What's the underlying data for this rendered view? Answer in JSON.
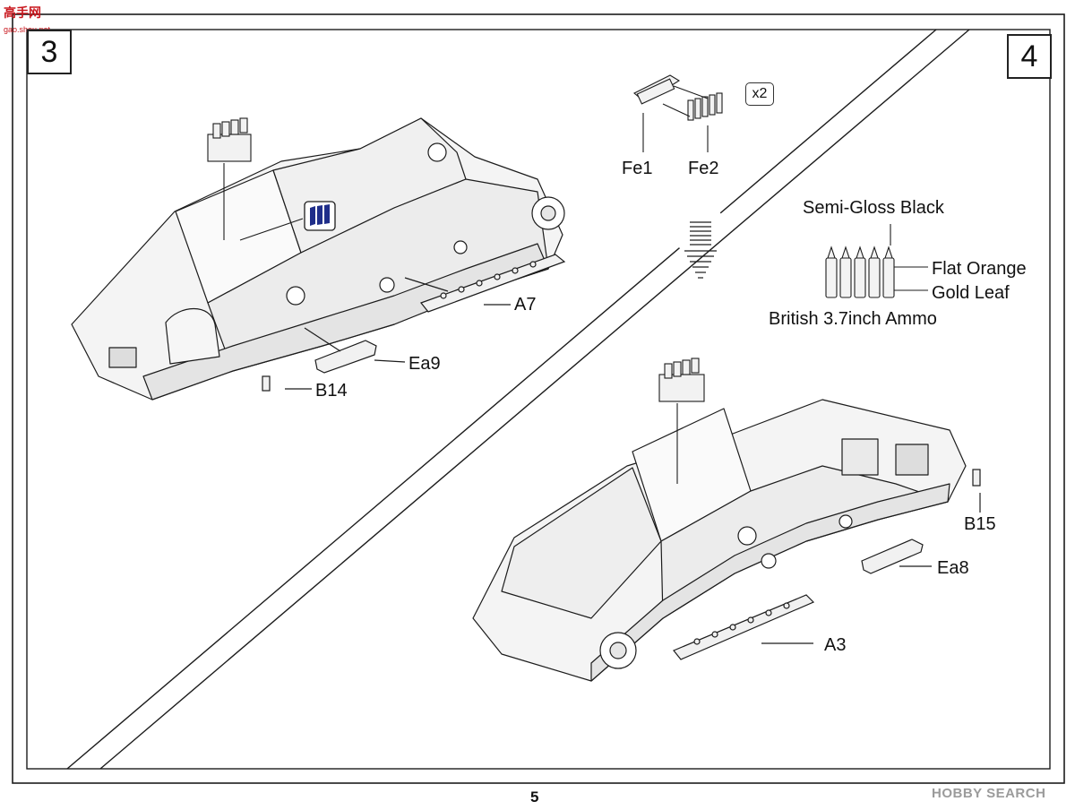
{
  "page_number": "5",
  "watermark": {
    "top_left_logo": "高手网",
    "top_left_sub": "gao.shou.net",
    "bottom_right": "HOBBY SEARCH"
  },
  "step3": {
    "number": "3",
    "parts": [
      "A7",
      "Ea9",
      "B14"
    ]
  },
  "step4": {
    "number": "4",
    "parts": [
      "A3",
      "Ea8",
      "B15"
    ],
    "subassembly": {
      "parts": [
        "Fe1",
        "Fe2"
      ],
      "quantity": "x2"
    },
    "paint": {
      "semi_gloss_black": "Semi-Gloss Black",
      "flat_orange": "Flat Orange",
      "gold_leaf": "Gold Leaf",
      "caption": "British 3.7inch Ammo"
    }
  },
  "colors": {
    "line": "#1c1c1c",
    "hull_fill": "#e9e9e9",
    "decal_blue": "#1f2e8a"
  }
}
